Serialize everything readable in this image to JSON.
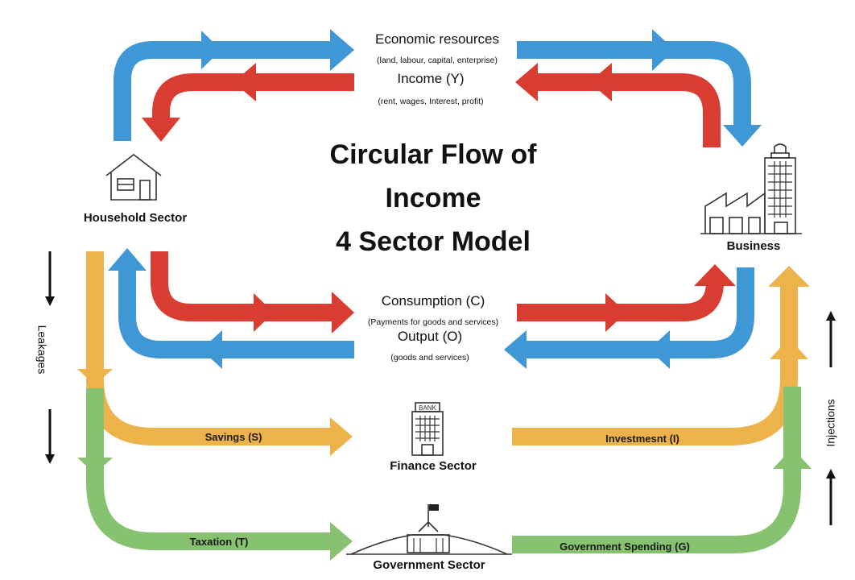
{
  "title": {
    "line1": "Circular Flow of",
    "line2": "Income",
    "line3": "4 Sector Model"
  },
  "sectors": {
    "household": "Household Sector",
    "business": "Business",
    "finance": "Finance Sector",
    "government": "Government Sector"
  },
  "flows": {
    "resources": "Economic resources",
    "resources_detail": "(land, labour, capital, enterprise)",
    "income": "Income (Y)",
    "income_detail": "(rent, wages, Interest, profit)",
    "consumption": "Consumption (C)",
    "consumption_detail": "(Payments for goods and services)",
    "output": "Output (O)",
    "output_detail": "(goods and services)",
    "savings": "Savings (S)",
    "investment": "Investmesnt (I)",
    "taxation": "Taxation (T)",
    "gov_spending": "Government Spending (G)"
  },
  "side_labels": {
    "leakages": "Leakages",
    "injections": "Injections"
  },
  "bank_sign": "BANK",
  "colors": {
    "blue": "#3f97d6",
    "red": "#d93d31",
    "yellow": "#eeb24a",
    "green": "#86c26f",
    "black": "#111111"
  },
  "icons": [
    "house-icon",
    "factory-icon",
    "bank-icon",
    "parliament-icon",
    "arrow-down-icon",
    "arrow-up-icon"
  ]
}
